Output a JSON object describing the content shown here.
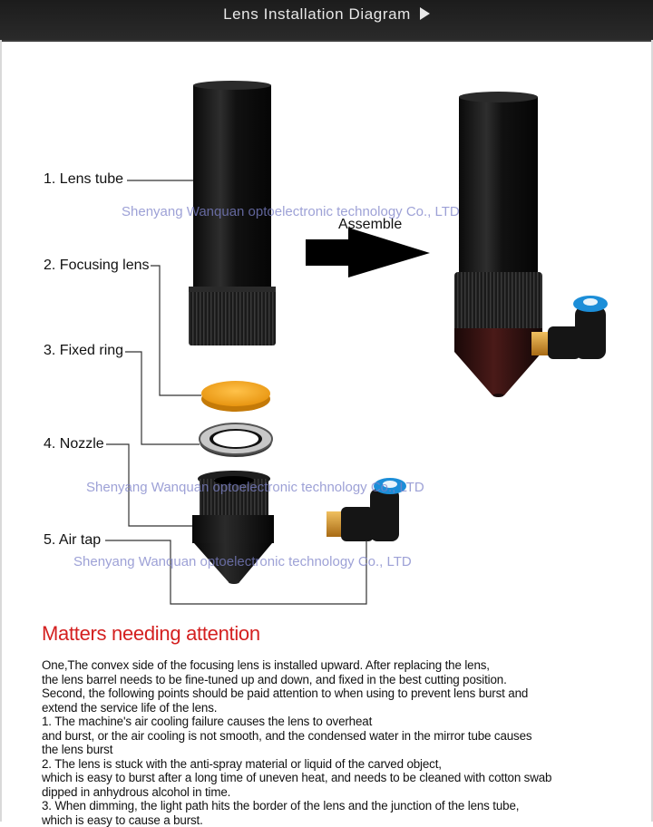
{
  "header": {
    "title": "Lens Installation Diagram"
  },
  "labels": {
    "lens_tube": "1. Lens tube",
    "focusing_lens": "2. Focusing lens",
    "fixed_ring": "3. Fixed ring",
    "nozzle": "4. Nozzle",
    "air_tap": "5. Air tap"
  },
  "assemble": "Assemble",
  "watermarks": [
    "Shenyang Wanquan optoelectronic technology Co., LTD",
    "Shenyang Wanquan optoelectronic technology Co., LTD",
    "Shenyang Wanquan optoelectronic technology Co., LTD"
  ],
  "notes": {
    "heading": "Matters needing attention",
    "lines": [
      "One,The convex side of the focusing lens is installed upward. After replacing the lens,",
      "the lens barrel needs to be fine-tuned up and down, and fixed in the best cutting position.",
      "Second, the following points should be paid attention to when using to prevent lens burst and",
      "extend the service life of the lens.",
      "1. The machine's air cooling failure causes the lens to overheat",
      "and burst, or the air cooling is not smooth, and the condensed water in the mirror tube causes",
      "the lens burst",
      "2. The lens is stuck with the anti-spray material or liquid of the carved object,",
      "which is easy to burst after a long time of uneven heat, and needs to be cleaned with cotton swab",
      "dipped in anhydrous alcohol in time.",
      "3. When dimming, the light path hits the border of the lens and the junction of the lens tube,",
      "which is easy to cause a burst."
    ]
  },
  "colors": {
    "heading_red": "#d42020",
    "lens_yellow": "#f2a41c",
    "fitting_blue": "#1c8ed8",
    "brass": "#d99a2b"
  }
}
